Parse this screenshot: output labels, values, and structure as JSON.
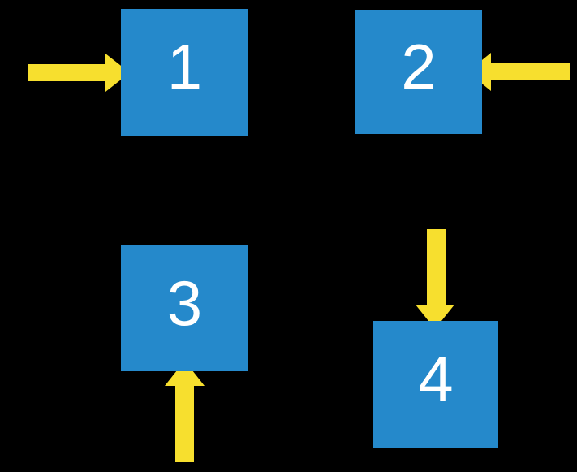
{
  "diagram": {
    "description": "Four numbered blue squares on a black background, each pointed at by a yellow block arrow from a different direction",
    "boxes": [
      {
        "label": "1",
        "arrow_direction": "right",
        "arrow_enters_from": "left side"
      },
      {
        "label": "2",
        "arrow_direction": "left",
        "arrow_enters_from": "right side"
      },
      {
        "label": "3",
        "arrow_direction": "up",
        "arrow_enters_from": "bottom side"
      },
      {
        "label": "4",
        "arrow_direction": "down",
        "arrow_enters_from": "top side"
      }
    ],
    "colors": {
      "background": "#000000",
      "box": "#2589CB",
      "arrow": "#F7DF2E",
      "number": "#FFFFFF"
    }
  }
}
